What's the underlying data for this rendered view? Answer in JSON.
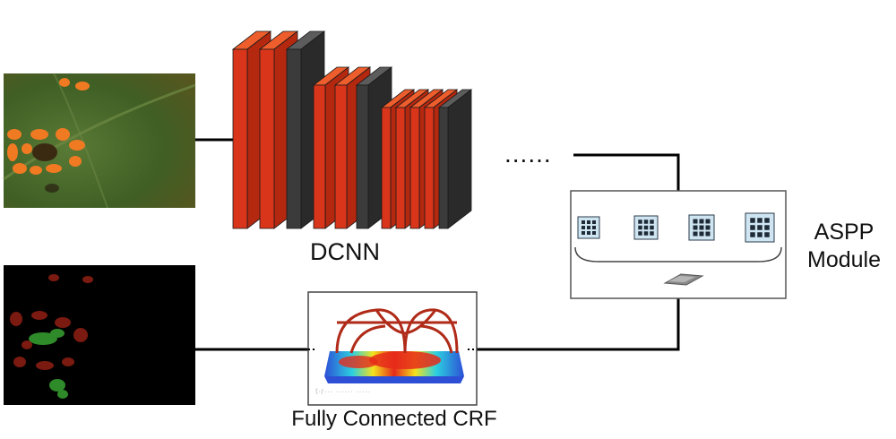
{
  "labels": {
    "dcnn": "DCNN",
    "crf": "Fully Connected CRF",
    "aspp_line1": "ASPP",
    "aspp_line2": "Module",
    "ellipsis": "......"
  },
  "colors": {
    "layer_red": "#d8351a",
    "layer_red_top": "#ee5d2c",
    "layer_dark": "#3b3b3b",
    "layer_dark_top": "#5c5c5c",
    "leaf_green": "#4a6b2c",
    "lesion_orange": "#f07a22",
    "mask_red": "#7a1a10",
    "mask_green": "#2f8a2a",
    "line": "#000000"
  },
  "icons": {
    "leaf_image": "leaf-photo",
    "mask_image": "segmentation-mask",
    "crf_image": "crf-surface-plot",
    "aspp_filters": "atrous-filter-icon",
    "aspp_pool": "pooling-plane-icon"
  }
}
